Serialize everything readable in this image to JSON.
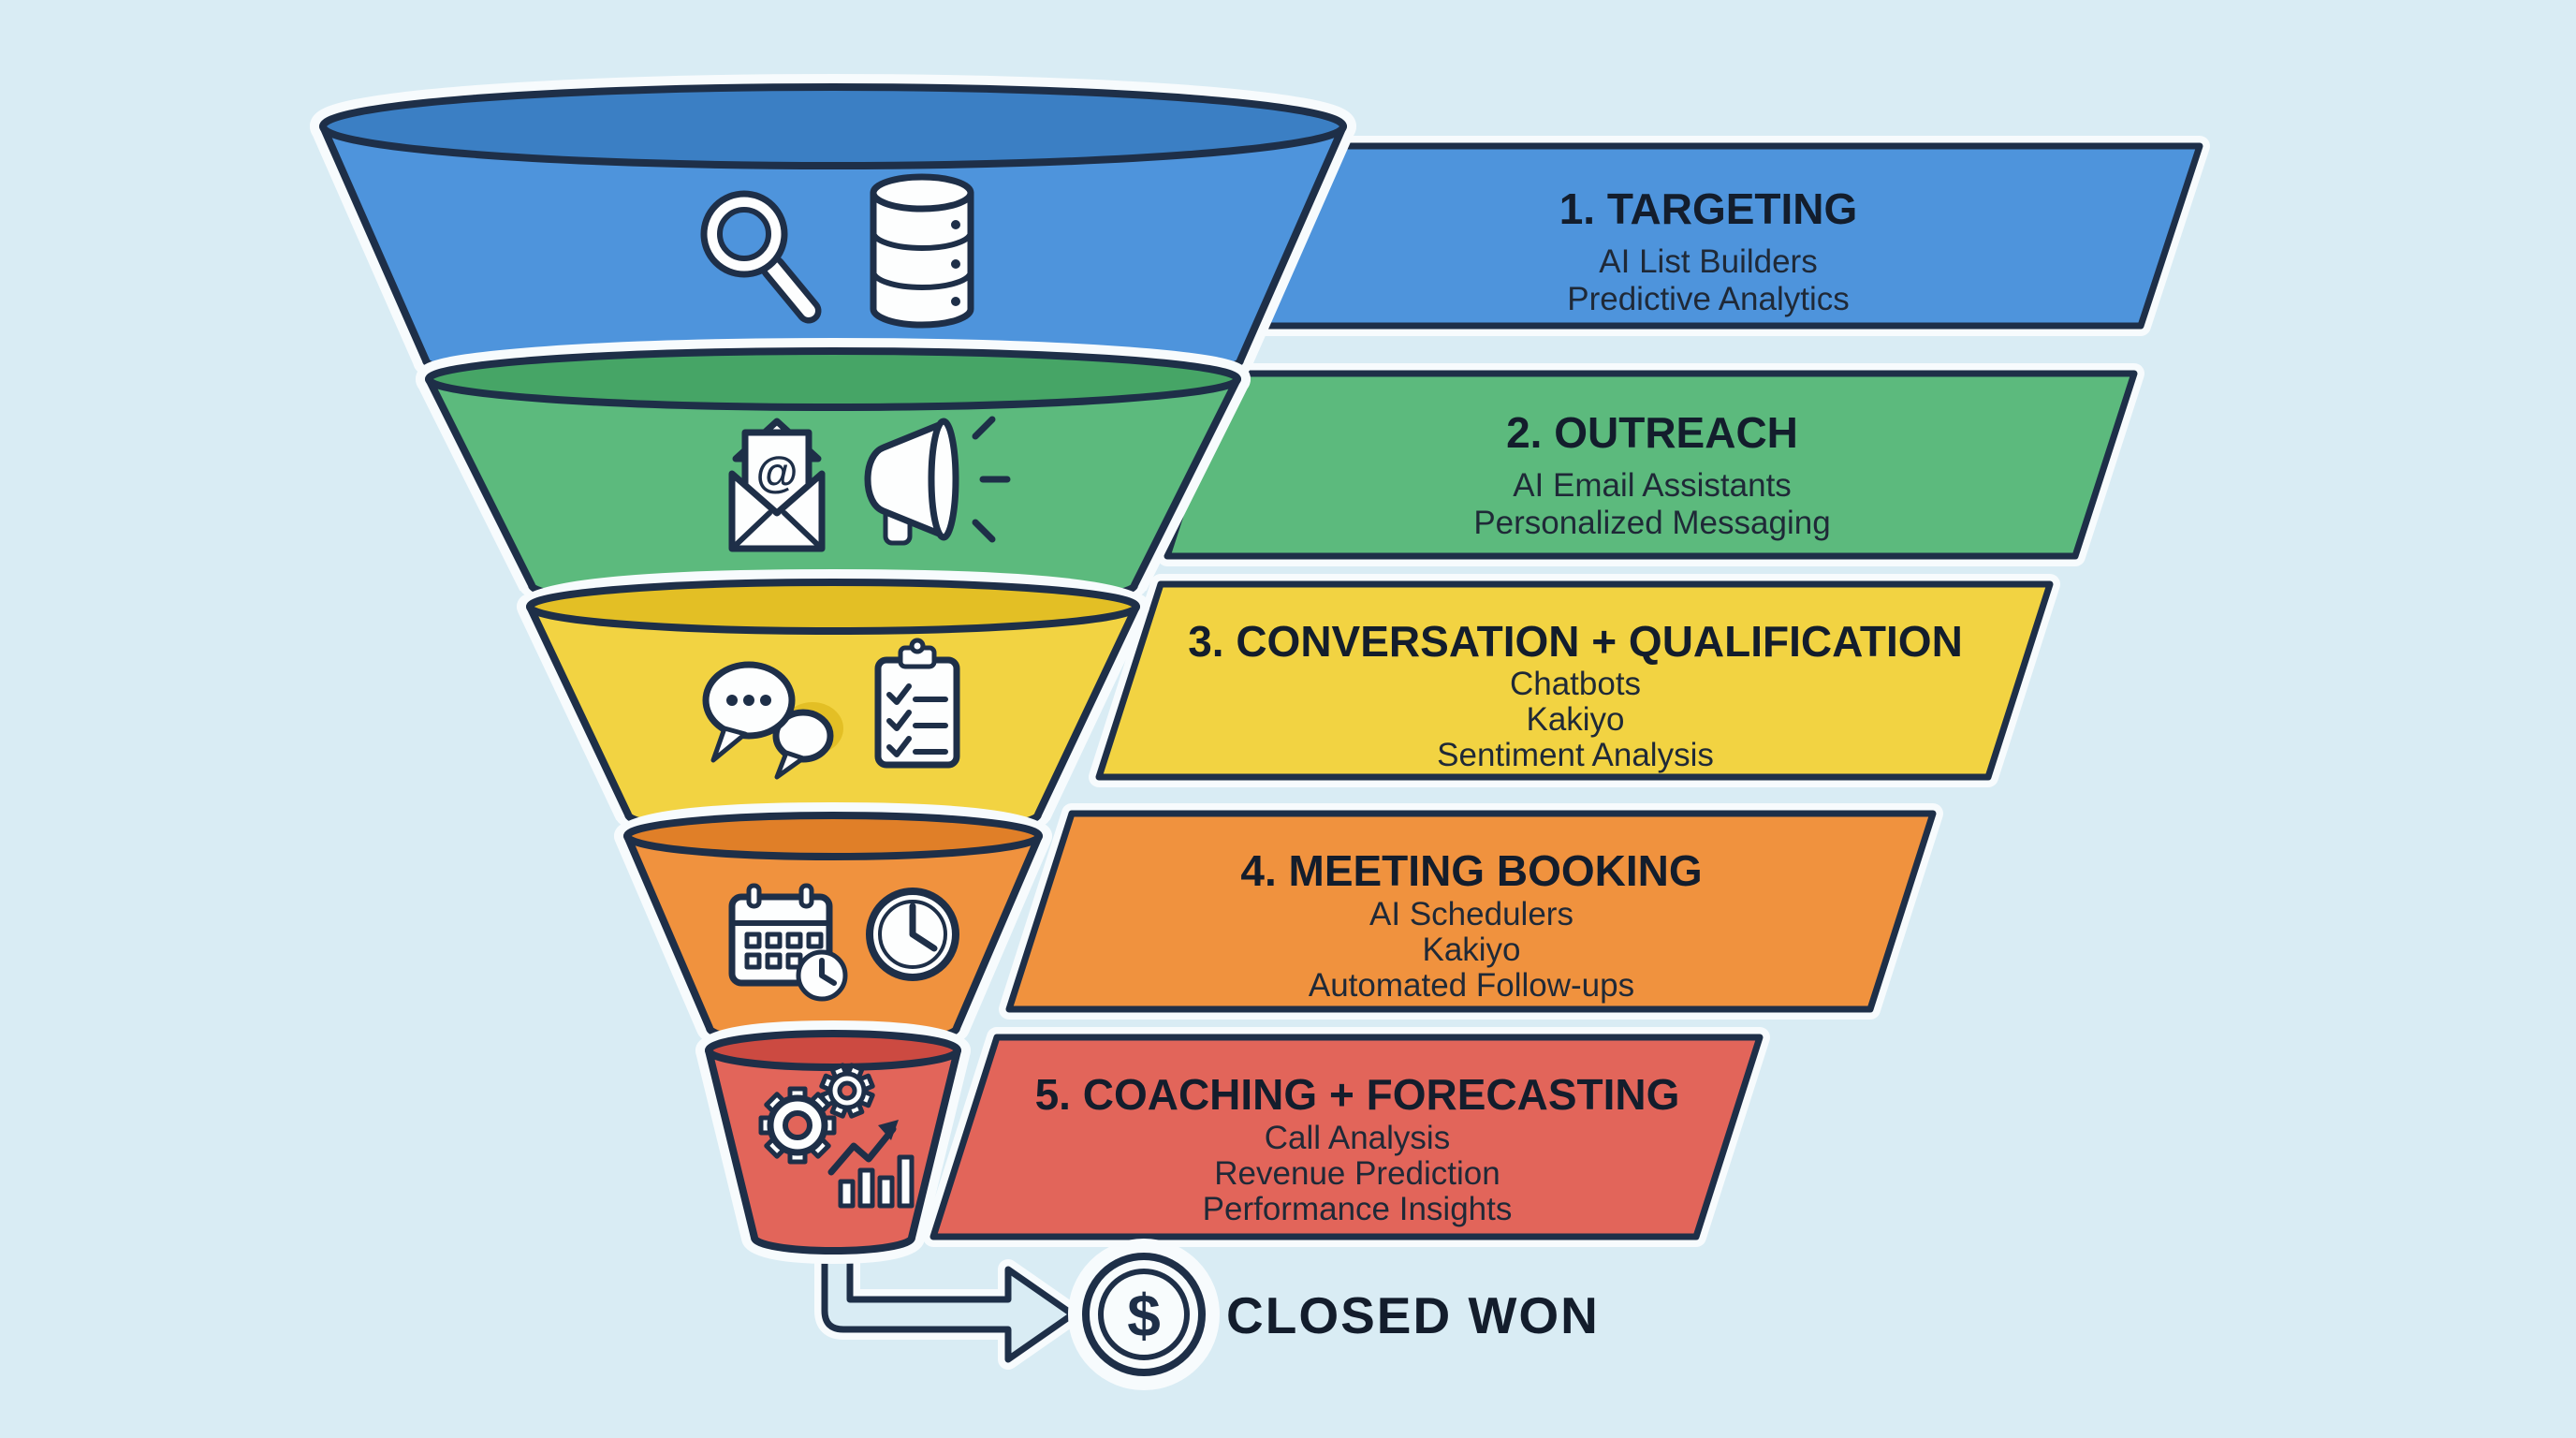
{
  "background_color": "#d9ecf4",
  "outline_color": "#1e2f48",
  "glow_color": "#f7fbfd",
  "funnel": {
    "stages": [
      {
        "number": "1",
        "title": "1. TARGETING",
        "items": [
          "AI List Builders",
          "Predictive Analytics"
        ],
        "color": "#4e94dc",
        "top_color": "#3b7fc4",
        "icons": [
          "magnifier-icon",
          "database-icon"
        ]
      },
      {
        "number": "2",
        "title": "2. OUTREACH",
        "items": [
          "AI Email Assistants",
          "Personalized Messaging"
        ],
        "color": "#5cba7d",
        "top_color": "#46a566",
        "icons": [
          "email-at-icon",
          "megaphone-icon"
        ]
      },
      {
        "number": "3",
        "title": "3. CONVERSATION + QUALIFICATION",
        "items": [
          "Chatbots",
          "Kakiyo",
          "Sentiment Analysis"
        ],
        "color": "#f2d342",
        "top_color": "#e3bf25",
        "icons": [
          "chat-bubbles-icon",
          "checklist-clipboard-icon"
        ]
      },
      {
        "number": "4",
        "title": "4. MEETING BOOKING",
        "items": [
          "AI Schedulers",
          "Kakiyo",
          "Automated Follow-ups"
        ],
        "color": "#f0923e",
        "top_color": "#e07f28",
        "icons": [
          "calendar-icon",
          "clock-icon"
        ]
      },
      {
        "number": "5",
        "title": "5. COACHING + FORECASTING",
        "items": [
          "Call Analysis",
          "Revenue Prediction",
          "Performance Insights"
        ],
        "color": "#e2655a",
        "top_color": "#cc4a41",
        "icons": [
          "gears-icon",
          "growth-chart-icon"
        ]
      }
    ],
    "outcome": {
      "label": "CLOSED WON",
      "icon": "dollar-coin-icon",
      "dollar_glyph": "$"
    }
  }
}
